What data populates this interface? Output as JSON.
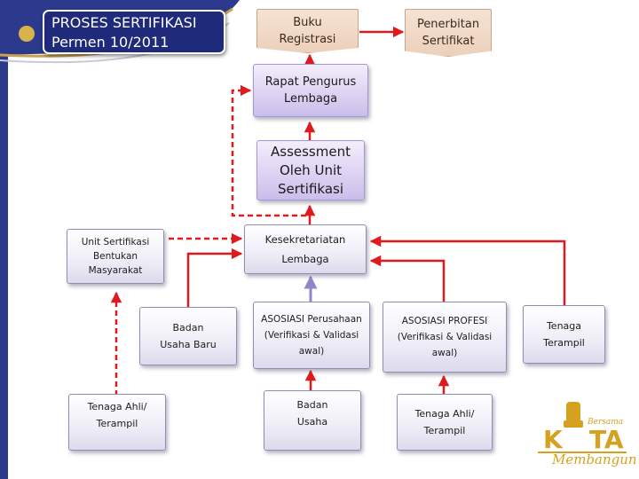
{
  "title": {
    "line1": "PROSES SERTIFIKASI",
    "line2": "Permen 10/2011"
  },
  "boxes": {
    "buku_registrasi": "Buku\nRegistrasi",
    "penerbitan_sertifikat": "Penerbitan\nSertifikat",
    "rapat_pengurus": "Rapat Pengurus\nLembaga",
    "assessment": "Assessment\nOleh Unit\nSertifikasi",
    "kesekretariatan": "Kesekretariatan\nLembaga",
    "unit_sertifikasi": "Unit Sertifikasi\nBentukan\nMasyarakat",
    "badan_usaha_baru": "Badan\nUsaha Baru",
    "asosiasi_perusahaan": "ASOSIASI Perusahaan\n(Verifikasi & Validasi\nawal)",
    "asosiasi_profesi": "ASOSIASI PROFESI\n(Verifikasi & Validasi\nawal)",
    "tenaga_terampil": "Tenaga\nTerampil",
    "tenaga_ahli_left": "Tenaga Ahli/\nTerampil",
    "badan_usaha": "Badan\nUsaha",
    "tenaga_ahli_mid": "Tenaga Ahli/\nTerampil"
  },
  "logo": {
    "word_top": "Bersama",
    "word_main_k": "K",
    "word_main_rest": "TA",
    "word_bottom": "Membangun"
  },
  "colors": {
    "arrow_red": "#e0191d",
    "arrow_purple": "#8e88c8",
    "header_blue": "#1f2a7a",
    "logo_gold": "#d5a11e"
  }
}
